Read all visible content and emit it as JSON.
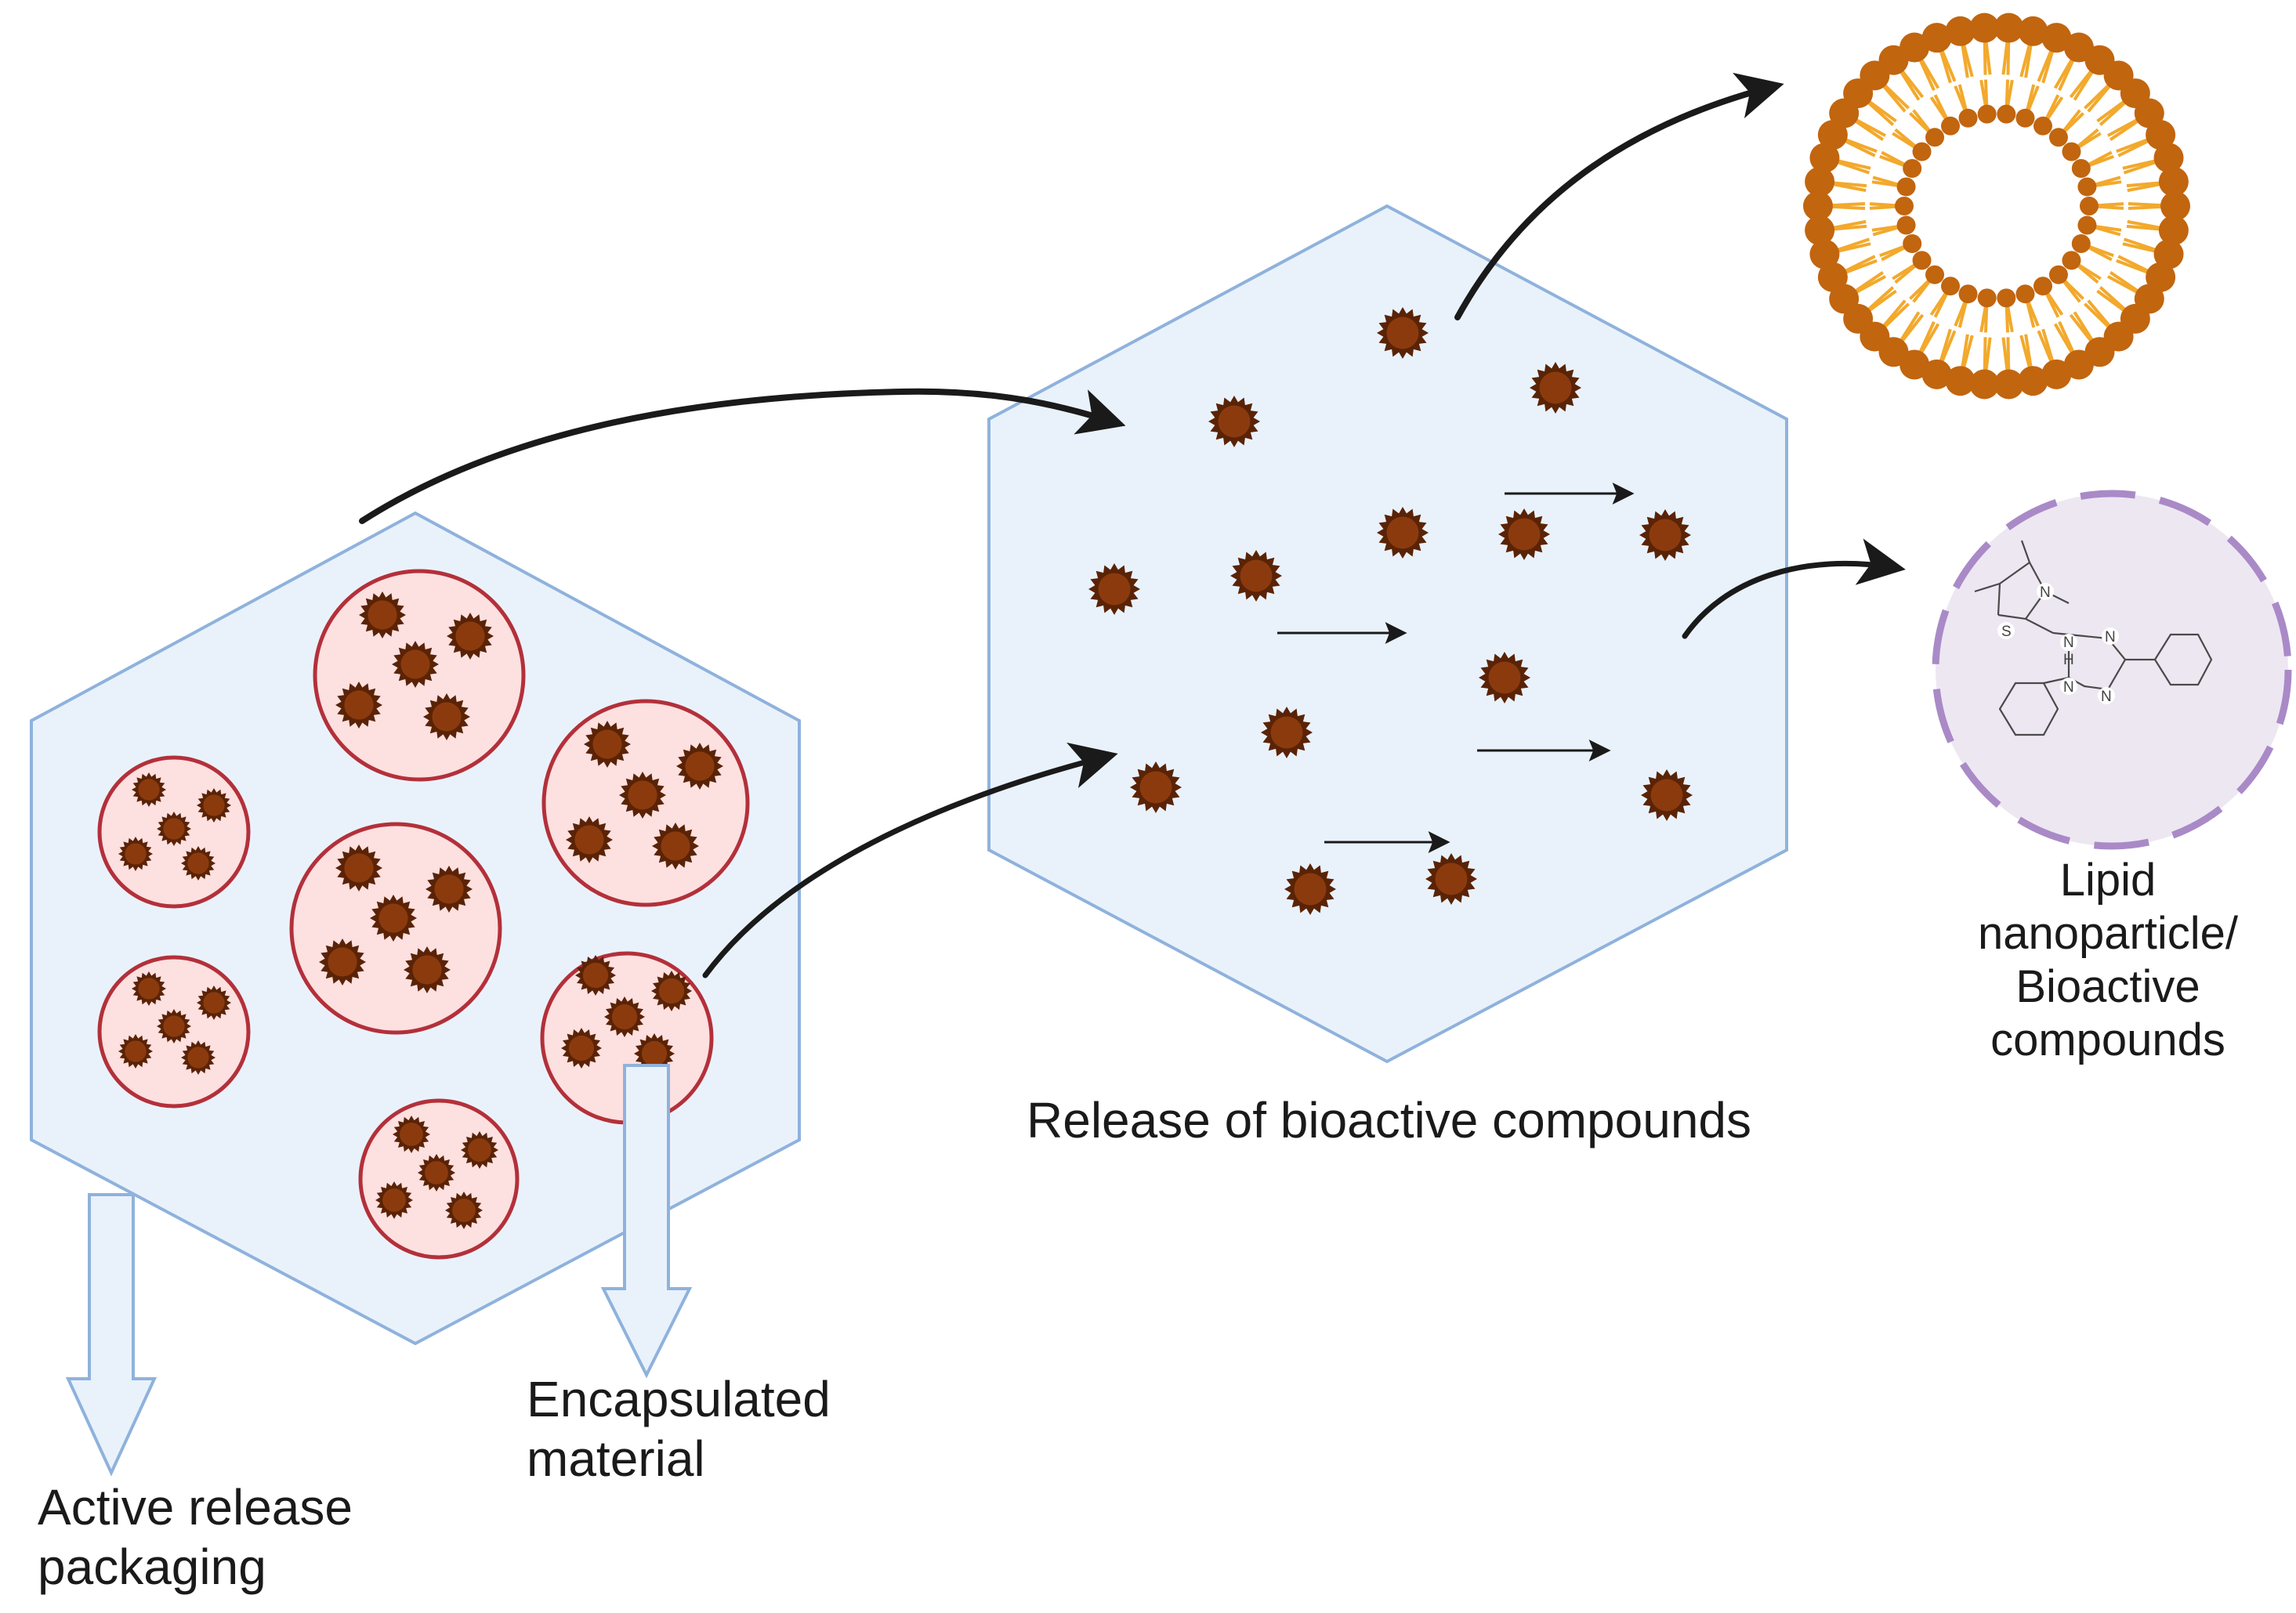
{
  "labels": {
    "active_release_line1": "Active release",
    "active_release_line2": "packaging",
    "encapsulated_line1": "Encapsulated",
    "encapsulated_line2": "material",
    "release": "Release of bioactive compounds",
    "lipid_line1": "Lipid",
    "lipid_line2": "nanoparticle/",
    "lipid_line3": "Bioactive",
    "lipid_line4": "compounds"
  },
  "chemistry": {
    "atoms": [
      "S",
      "N",
      "N",
      "H",
      "N",
      "N",
      "N"
    ]
  },
  "colors": {
    "hexagon_fill": "#e9f2fb",
    "hexagon_stroke": "#8fb2dc",
    "capsule_fill": "#fde0e0",
    "capsule_stroke": "#b3303a",
    "particle": "#8b3a0e",
    "particle_dark": "#5a2306",
    "lipid_head": "#c1650f",
    "lipid_tail": "#f2a92c",
    "vesicle_fill": "#ede7f2",
    "vesicle_stroke": "#a98ac7",
    "arrow": "#1a1a1a"
  }
}
